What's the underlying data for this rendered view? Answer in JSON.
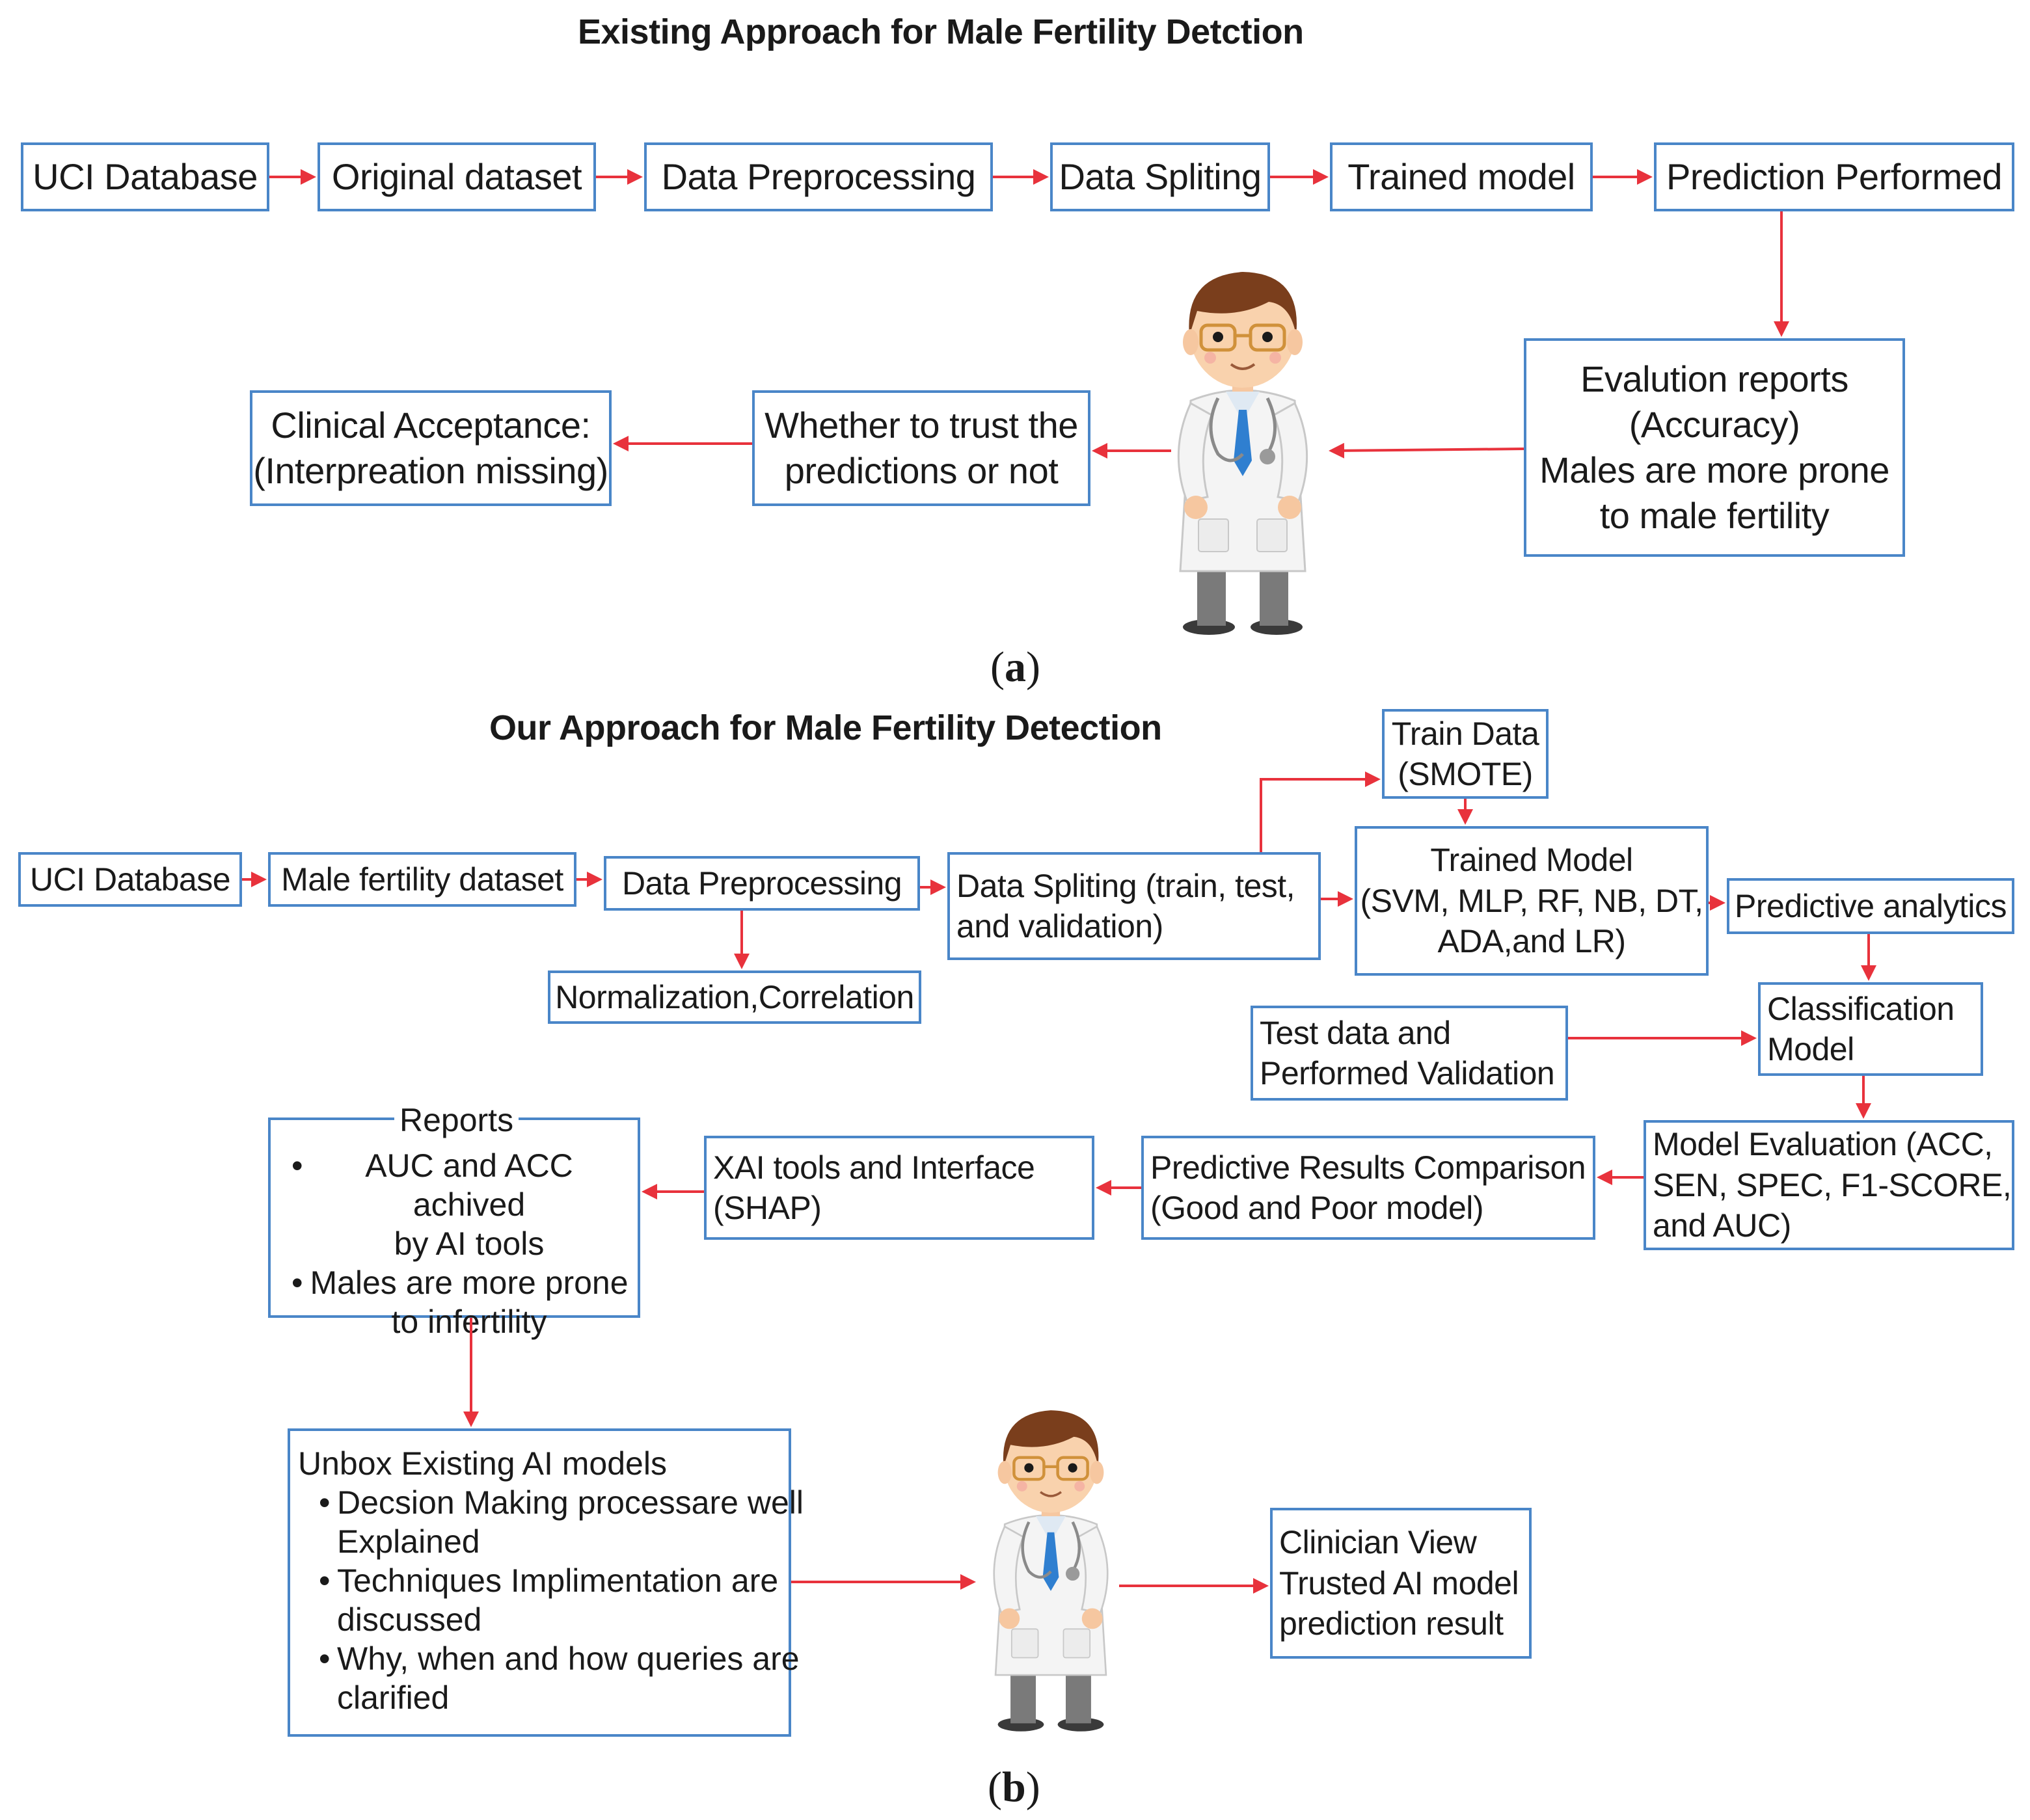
{
  "colors": {
    "box_border": "#4a86c8",
    "arrow": "#e8323c"
  },
  "icons": {
    "doctor_a": "doctor-icon",
    "doctor_b": "doctor-icon"
  },
  "panel_a": {
    "title": "Existing Approach for Male Fertility Detction",
    "caption": "a",
    "boxes": {
      "uci": "UCI Database",
      "original": "Original dataset",
      "preproc": "Data Preprocessing",
      "split": "Data Spliting",
      "trained": "Trained model",
      "prediction": "Prediction Performed",
      "eval": [
        "Evalution reports",
        "(Accuracy)",
        "Males are more prone",
        "to male fertility"
      ],
      "trust": [
        "Whether to trust the",
        "predictions or not"
      ],
      "clinical": [
        "Clinical Acceptance:",
        "(Interpreation missing)"
      ]
    }
  },
  "panel_b": {
    "title": "Our Approach for Male Fertility Detection",
    "caption": "b",
    "boxes": {
      "uci": "UCI Database",
      "male_dataset": "Male fertility dataset",
      "preproc": "Data Preprocessing",
      "norm": "Normalization,Correlation",
      "split": [
        "Data Spliting (train, test,",
        "and validation)"
      ],
      "train_data": [
        "Train Data",
        "(SMOTE)"
      ],
      "trained": [
        "Trained Model",
        "(SVM, MLP, RF, NB, DT,",
        "ADA,and LR)"
      ],
      "predictive": "Predictive analytics",
      "classification": [
        "Classification",
        "Model"
      ],
      "test_data": [
        "Test data and",
        "Performed Validation"
      ],
      "evaluation": [
        "Model Evaluation  (ACC,",
        "SEN, SPEC, F1-SCORE,",
        "and AUC)"
      ],
      "comparison": [
        "Predictive Results Comparison",
        "(Good and Poor model)"
      ],
      "xai": [
        "XAI tools and Interface",
        "(SHAP)"
      ],
      "reports": {
        "title": "Reports",
        "items": [
          [
            "AUC and ACC achived",
            "by AI tools"
          ],
          [
            "Males are more prone",
            "to infertility"
          ]
        ]
      },
      "unbox": {
        "title": "Unbox Existing AI models",
        "items": [
          [
            "Decsion Making processare well",
            "Explained"
          ],
          [
            "Techniques Implimentation are",
            "discussed"
          ],
          [
            "Why, when and how queries are",
            "clarified"
          ]
        ]
      },
      "clinician": [
        "Clinician View",
        "Trusted AI model",
        "prediction result"
      ]
    }
  }
}
